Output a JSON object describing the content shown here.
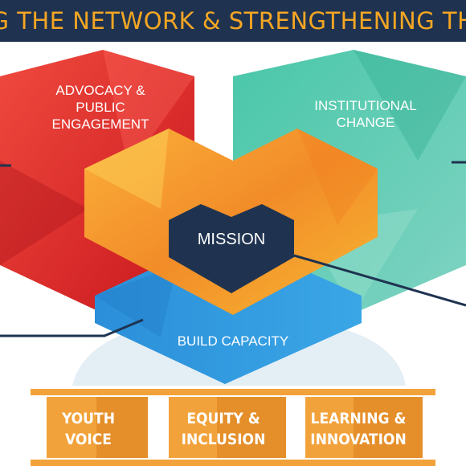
{
  "banner": {
    "title": "G THE NETWORK & STRENGTHENING TH"
  },
  "nodes": {
    "advocacy": {
      "lines": [
        "ADVOCACY &",
        "PUBLIC",
        "ENGAGEMENT"
      ],
      "color": "#e53935"
    },
    "institutional": {
      "lines": [
        "INSTITUTIONAL",
        "CHANGE"
      ],
      "color": "#3dbfa2"
    },
    "mission": {
      "label": "MISSION",
      "color": "#1f3350"
    },
    "build_capacity": {
      "label": "BUILD CAPACITY",
      "color": "#2f8fd8"
    },
    "center": {
      "color": "#f5a623"
    }
  },
  "pillars": [
    {
      "lines": [
        "YOUTH",
        "VOICE"
      ]
    },
    {
      "lines": [
        "EQUITY &",
        "INCLUSION"
      ]
    },
    {
      "lines": [
        "LEARNING &",
        "INNOVATION"
      ]
    }
  ],
  "colors": {
    "banner_bg": "#1f3350",
    "banner_text": "#f5a623",
    "pillar": "#f2a23a",
    "pillar_dark": "#e58f2a",
    "arch": "#e4eef5"
  }
}
